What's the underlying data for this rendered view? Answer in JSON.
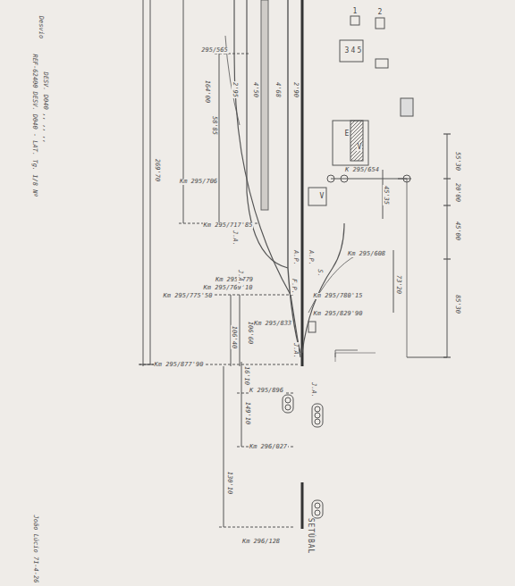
{
  "diagram": {
    "labels": [
      "Km 295/608",
      "K 295/654",
      "Km 295/706",
      "Km 295/717'85",
      "Km 295/779",
      "Km 295/769'10",
      "Km 295/775'50",
      "Km 295/833",
      "Km 295/780'15",
      "Km 295/829'90",
      "Km 295/877'90",
      "K 295/896",
      "Km 296/027",
      "Km 296/128",
      "295/565",
      "164'00",
      "58'85",
      "269'70",
      "106'40",
      "106'60",
      "16'10",
      "149'10",
      "130'10",
      "55'30",
      "20'00",
      "45'00",
      "85'30",
      "73'20",
      "45'35",
      "2'95",
      "4'50",
      "4'68",
      "2'90",
      "A.P.",
      "A.P.",
      "J.A.",
      "J.A.",
      "F.P.",
      "J.A.",
      "J.A.",
      "S.",
      "1",
      "2",
      "3",
      "4",
      "5",
      "E",
      "V",
      "V",
      "SETÚBAL",
      "Desvio",
      "REF-62400 DESV. D040 - LAT. Tg. 1/8 Nº",
      "DESV. D040 ,,  ,,  ,,",
      "João Lúcio 71-4-26"
    ]
  }
}
